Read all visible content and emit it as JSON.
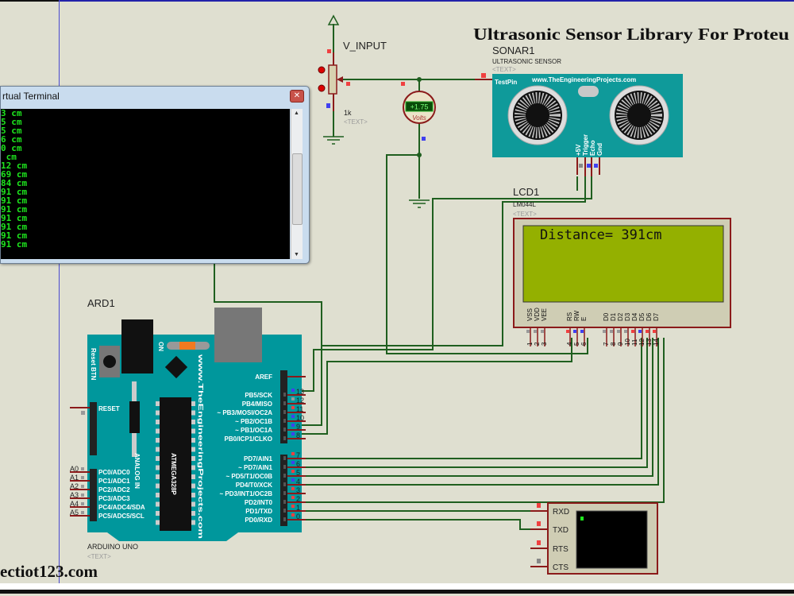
{
  "title": "Ultrasonic Sensor Library For Proteu",
  "website_footer": "ectiot123.com",
  "terminal": {
    "title": "rtual Terminal",
    "lines": [
      "3 cm",
      "5 cm",
      "5 cm",
      "6 cm",
      "0 cm",
      " cm",
      "12 cm",
      "69 cm",
      "84 cm",
      "91 cm",
      "91 cm",
      "91 cm",
      "91 cm",
      "91 cm",
      "91 cm",
      "91 cm"
    ]
  },
  "power": {
    "label": "V_INPUT"
  },
  "potentiometer": {
    "value": "1k",
    "text": "<TEXT>"
  },
  "voltmeter": {
    "reading": "+1.75",
    "unit": "Volts"
  },
  "sonar": {
    "ref": "SONAR1",
    "type": "ULTRASONIC SENSOR",
    "text": "<TEXT>",
    "pin_test": "TestPin",
    "brand": "www.TheEngineeringProjects.com",
    "pins": [
      "+5V",
      "Trigger",
      "Echo",
      "Gnd"
    ]
  },
  "lcd": {
    "ref": "LCD1",
    "model": "LM044L",
    "text": "<TEXT>",
    "display": "Distance= 391cm",
    "pin_names": [
      "VSS",
      "VDD",
      "VEE",
      "RS",
      "RW",
      "E",
      "D0",
      "D1",
      "D2",
      "D3",
      "D4",
      "D5",
      "D6",
      "D7"
    ],
    "pin_numbers": [
      "1",
      "2",
      "3",
      "4",
      "5",
      "6",
      "7",
      "8",
      "9",
      "10",
      "11",
      "12",
      "13",
      "14"
    ]
  },
  "arduino": {
    "ref": "ARD1",
    "model": "ARDUINO UNO",
    "text": "<TEXT>",
    "reset_btn": "Reset BTN",
    "reset": "RESET",
    "on": "ON",
    "analog_in": "ANALOG IN",
    "brand": "www.TheEngineeringProjects.com",
    "chip": "ATMEGA328P",
    "aref": "AREF",
    "digital_labels": [
      "PB5/SCK",
      "PB4/MISO",
      "~ PB3/MOSI/OC2A",
      "~ PB2/OC1B",
      "~ PB1/OC1A",
      "PB0/ICP1/CLKO",
      "PD7/AIN1",
      "~ PD7/AIN1",
      "~ PD5/T1/OC0B",
      "PD4/T0/XCK",
      "~ PD3/INT1/OC2B",
      "PD2/INT0",
      "PD1/TXD",
      "PD0/RXD"
    ],
    "digital_numbers": [
      "13",
      "12",
      "11",
      "10",
      "9",
      "8",
      "7",
      "6",
      "5",
      "4",
      "3",
      "2",
      "1",
      "0"
    ],
    "analog_labels": [
      "PC0/ADC0",
      "PC1/ADC1",
      "PC2/ADC2",
      "PC3/ADC3",
      "PC4/ADC4/SDA",
      "PC5/ADC5/SCL"
    ],
    "analog_pins": [
      "A0",
      "A1",
      "A2",
      "A3",
      "A4",
      "A5"
    ]
  },
  "serial_terminal": {
    "pins": [
      "RXD",
      "TXD",
      "RTS",
      "CTS"
    ]
  },
  "colors": {
    "canvas": "#dfdfd0",
    "wire": "#1f5f1f",
    "pin": "#8b1a1a",
    "board": "#00979c",
    "lcd_screen": "#94b000"
  }
}
